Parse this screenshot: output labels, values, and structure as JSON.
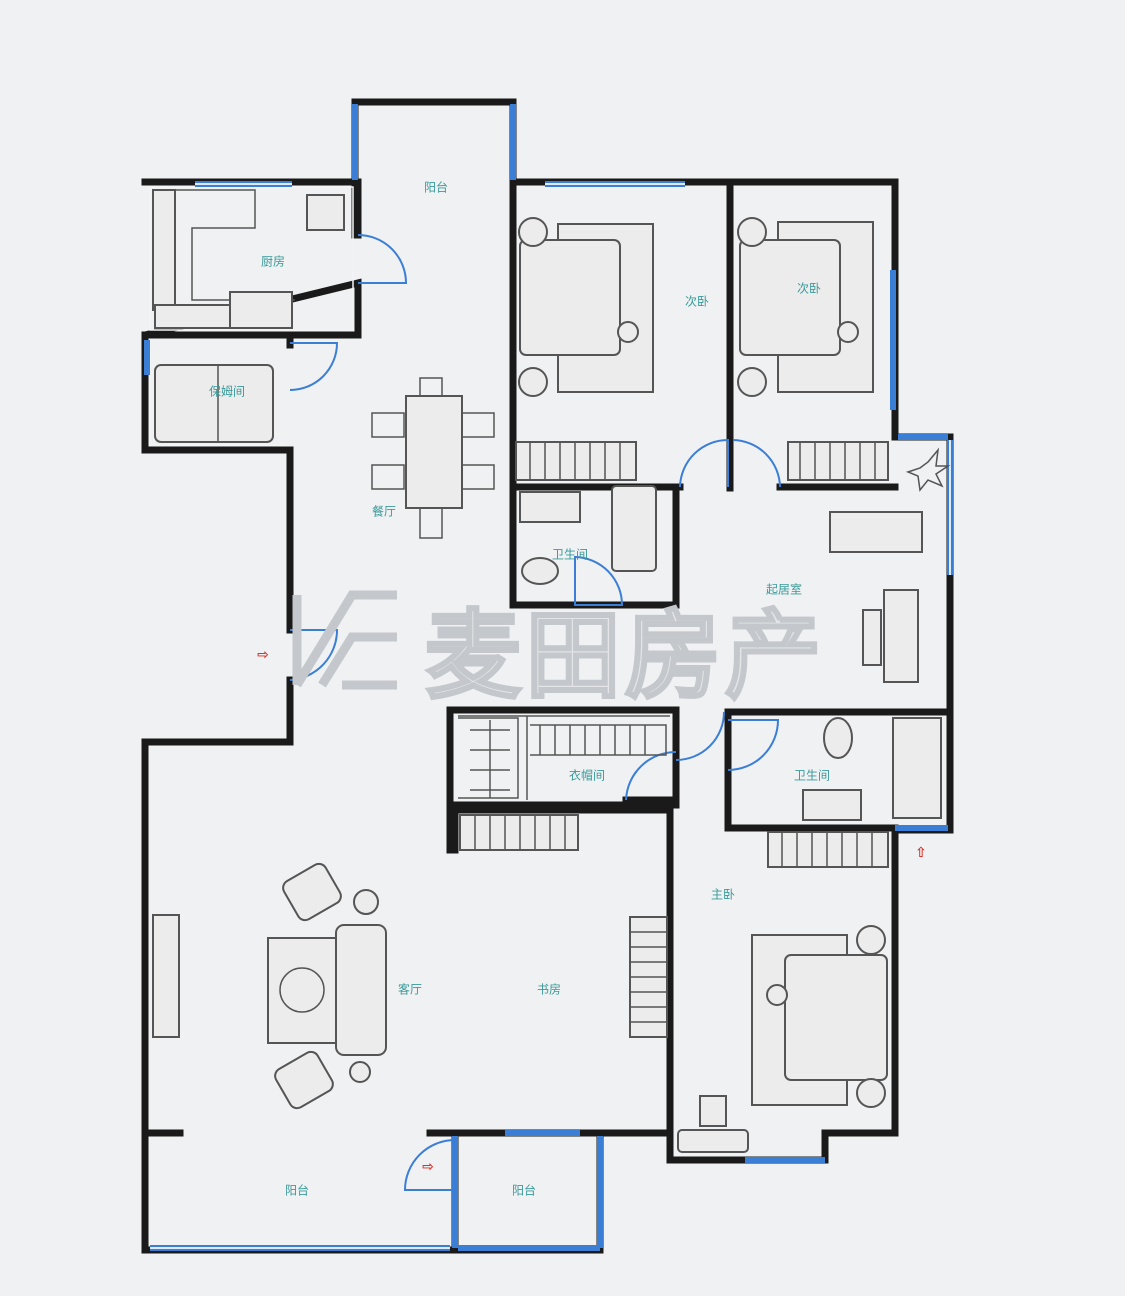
{
  "watermark": {
    "text": "麦田房产"
  },
  "rooms": {
    "balcony_top": "阳台",
    "kitchen": "厨房",
    "nanny_room": "保姆间",
    "dining": "餐厅",
    "bedroom_2a": "次卧",
    "bedroom_2b": "次卧",
    "bathroom_1": "卫生间",
    "family_room": "起居室",
    "walk_in_closet": "衣帽间",
    "bathroom_2": "卫生间",
    "master_bedroom": "主卧",
    "living_room": "客厅",
    "study": "书房",
    "balcony_bl": "阳台",
    "balcony_bm": "阳台"
  },
  "markers": {
    "entry_icon": "entry-arrow-icon",
    "color": "#d9342b"
  },
  "colors": {
    "wall": "#1a1a1a",
    "window": "#3b7ed6",
    "label": "#3a9a9a",
    "background": "#eff1f3"
  }
}
